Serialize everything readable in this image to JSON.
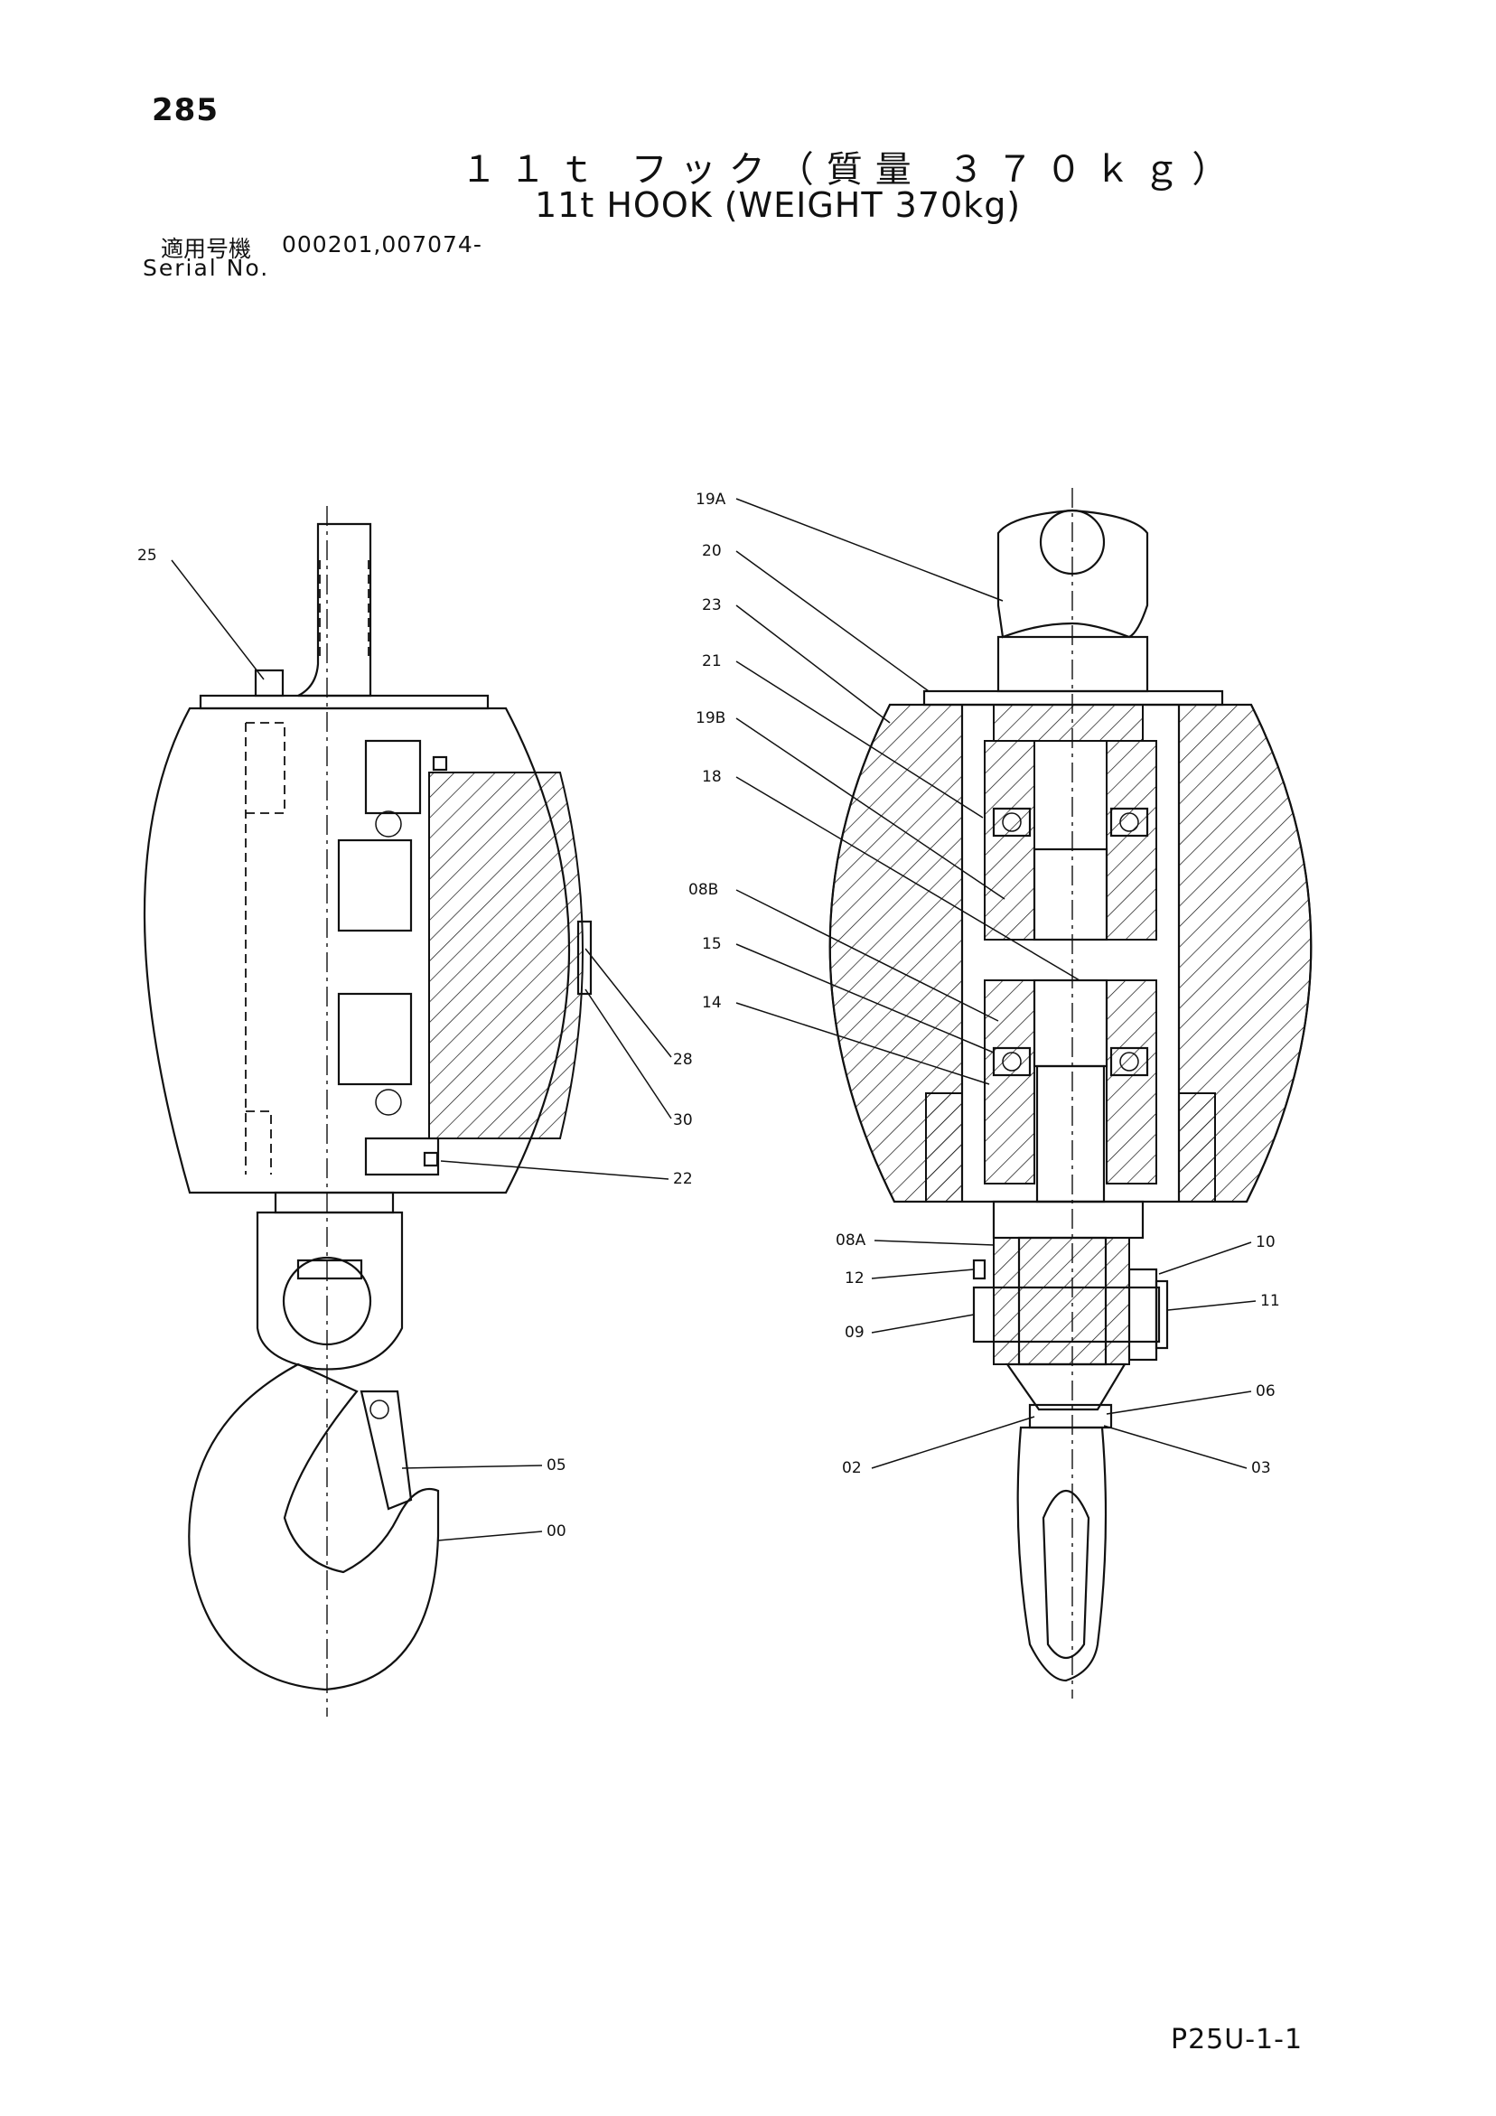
{
  "page": {
    "number": "285",
    "title_jp": "１１ｔ フック（質量 ３７０ｋｇ）",
    "title_en": "11t HOOK (WEIGHT 370kg)",
    "serial_label_jp": "適用号機",
    "serial_numbers": "000201,007074-",
    "serial_label_en": "Serial No.",
    "page_code": "P25U-1-1"
  },
  "left_view": {
    "labels": [
      "25",
      "28",
      "30",
      "22",
      "05",
      "00"
    ]
  },
  "right_view": {
    "labels": [
      "19A",
      "20",
      "23",
      "21",
      "19B",
      "18",
      "08B",
      "15",
      "14",
      "08A",
      "12",
      "09",
      "10",
      "11",
      "06",
      "02",
      "03"
    ]
  }
}
